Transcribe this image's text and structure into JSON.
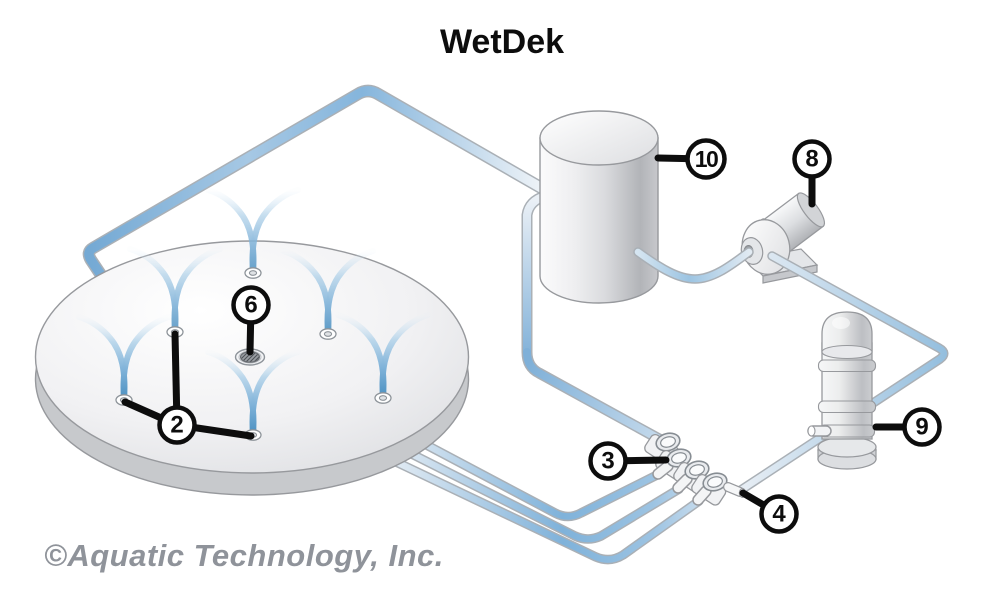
{
  "title": "WetDek",
  "footer": {
    "copyright": "©Aquatic Technology, Inc."
  },
  "colors": {
    "pipe_blue": "#7fb0d8",
    "pipe_pale": "#e8eef5",
    "jet_blue": "#4a8fc0",
    "metal_light": "#f6f7f8",
    "metal_dark": "#b2b4b8",
    "callout_black": "#0d0d0d",
    "copyright_gray": "#8f939a"
  },
  "callouts": [
    {
      "number": "2",
      "target": "deck-spray-nozzles"
    },
    {
      "number": "3",
      "target": "valve-manifold"
    },
    {
      "number": "4",
      "target": "manifold-end-fitting"
    },
    {
      "number": "6",
      "target": "deck-drain"
    },
    {
      "number": "8",
      "target": "pump"
    },
    {
      "number": "9",
      "target": "filter-canister"
    },
    {
      "number": "10",
      "target": "storage-tank"
    }
  ]
}
